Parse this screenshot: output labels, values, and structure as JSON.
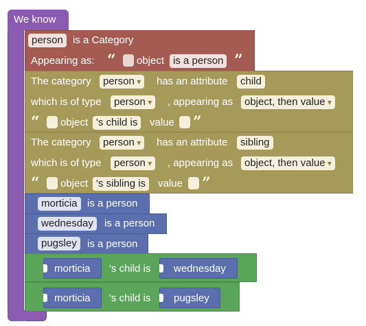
{
  "header": {
    "title": "We know"
  },
  "category_block": {
    "name": "person",
    "is_a_category_label": "is a Category",
    "appearing_as_label": "Appearing as:",
    "object_label": "object",
    "appearance_text": "is a person",
    "open_quote": "“",
    "close_quote": "”"
  },
  "attribute_blocks": [
    {
      "the_category_label": "The category",
      "category": "person",
      "has_attribute_label": "has an attribute",
      "attribute": "child",
      "which_is_of_type_label": "which is of type",
      "type": "person",
      "appearing_as_label": ", appearing as",
      "appearing_as": "object, then value",
      "object_label": "object",
      "phrase": "'s child is",
      "value_label": "value"
    },
    {
      "the_category_label": "The category",
      "category": "person",
      "has_attribute_label": "has an attribute",
      "attribute": "sibling",
      "which_is_of_type_label": "which is of type",
      "type": "person",
      "appearing_as_label": ", appearing as",
      "appearing_as": "object, then value",
      "object_label": "object",
      "phrase": "'s sibling is",
      "value_label": "value"
    }
  ],
  "instance_blocks": [
    {
      "name": "morticia",
      "suffix": "is a person"
    },
    {
      "name": "wednesday",
      "suffix": "is a person"
    },
    {
      "name": "pugsley",
      "suffix": "is a person"
    }
  ],
  "relation_blocks": [
    {
      "subject": "morticia",
      "relation": "'s child is",
      "object": "wednesday"
    },
    {
      "subject": "morticia",
      "relation": "'s child is",
      "object": "pugsley"
    }
  ],
  "colors": {
    "container": "#8a5bb0",
    "category": "#a45c52",
    "attribute": "#a69a5a",
    "instance": "#5b6eae",
    "relation": "#5ba55b"
  }
}
